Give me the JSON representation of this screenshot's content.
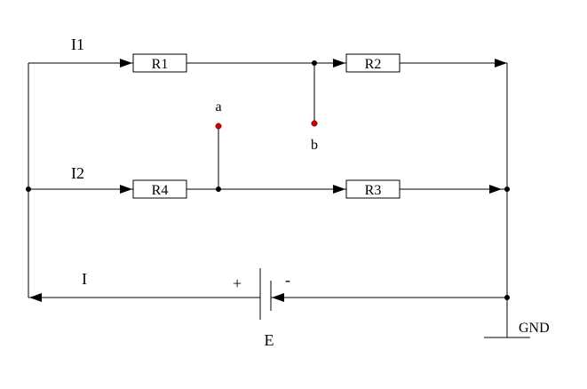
{
  "currents": {
    "i1": "I1",
    "i2": "I2",
    "i_total": "I"
  },
  "resistors": {
    "r1": "R1",
    "r2": "R2",
    "r3": "R3",
    "r4": "R4"
  },
  "terminals": {
    "a": "a",
    "b": "b"
  },
  "battery": {
    "label": "E",
    "plus": "+",
    "minus": "-"
  },
  "ground": {
    "label": "GND"
  },
  "colors": {
    "terminal": "#d40000",
    "wire": "#000000"
  }
}
